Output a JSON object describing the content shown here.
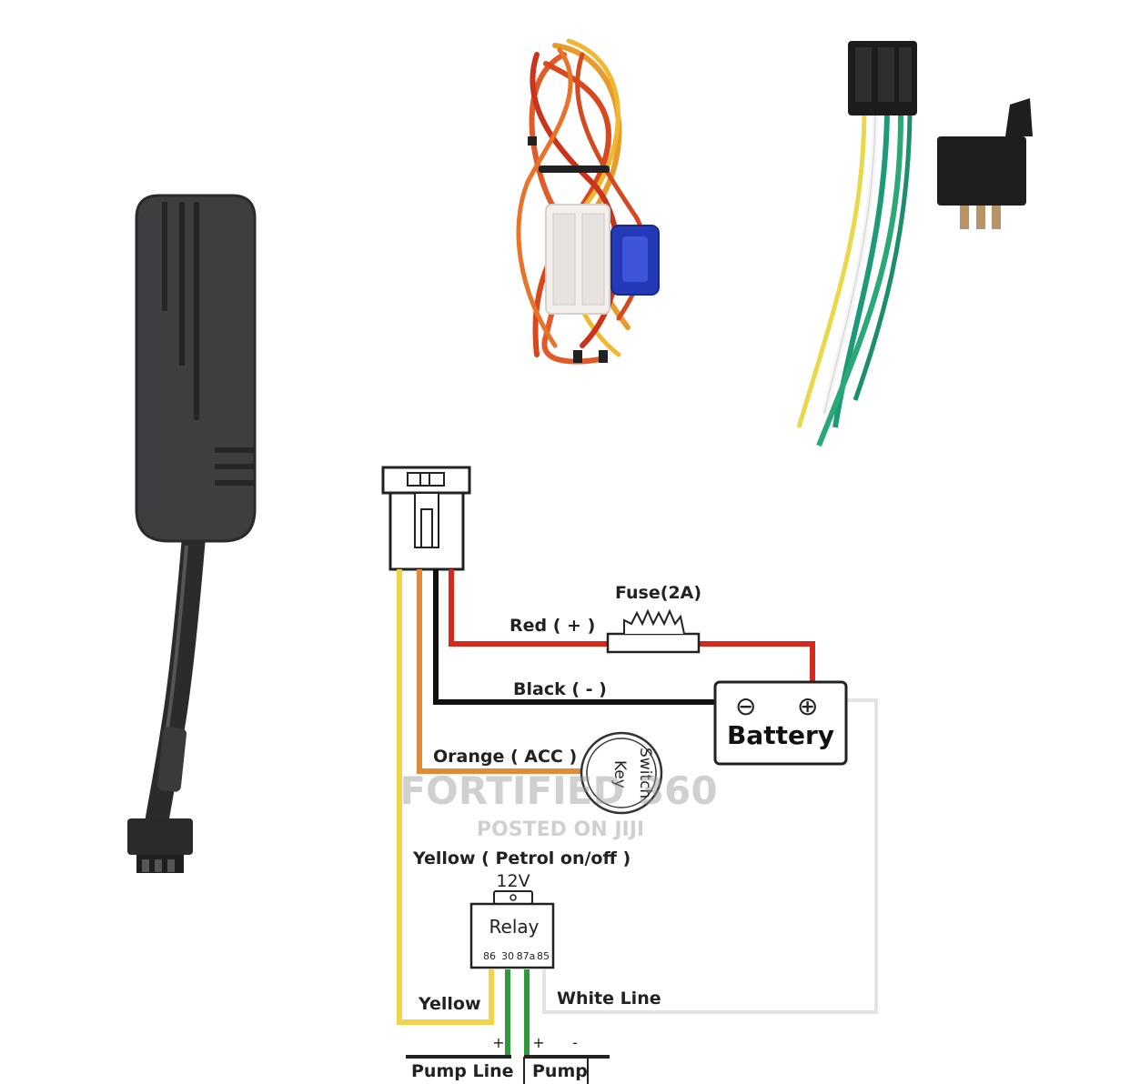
{
  "labels": {
    "fuse": "Fuse(2A)",
    "red": "Red ( + )",
    "black": "Black ( - )",
    "orange": "Orange ( ACC )",
    "yellow_petrol": "Yellow ( Petrol on/off )",
    "voltage": "12V",
    "relay": "Relay",
    "pin_86": "86",
    "pin_30": "30",
    "pin_87a": "87a",
    "pin_85": "85",
    "yellow": "Yellow",
    "white_line": "White Line",
    "pump_line": "Pump Line",
    "pump": "Pump",
    "plus_left": "+",
    "plus_right": "+",
    "minus": "-"
  },
  "battery": {
    "label": "Battery",
    "neg_symbol": "⊖",
    "pos_symbol": "⊕"
  },
  "switch": {
    "line1": "Switch",
    "line2": "Key"
  },
  "watermark": {
    "line1": "FORTIFIED 360",
    "line2": "POSTED ON JIJI"
  },
  "colors": {
    "red_wire": "#d42a1e",
    "black_wire": "#111111",
    "orange_wire": "#e08a3c",
    "yellow_wire": "#f2d44a",
    "green_wire": "#2f9a3a",
    "white_wire": "#e8e8e8"
  }
}
